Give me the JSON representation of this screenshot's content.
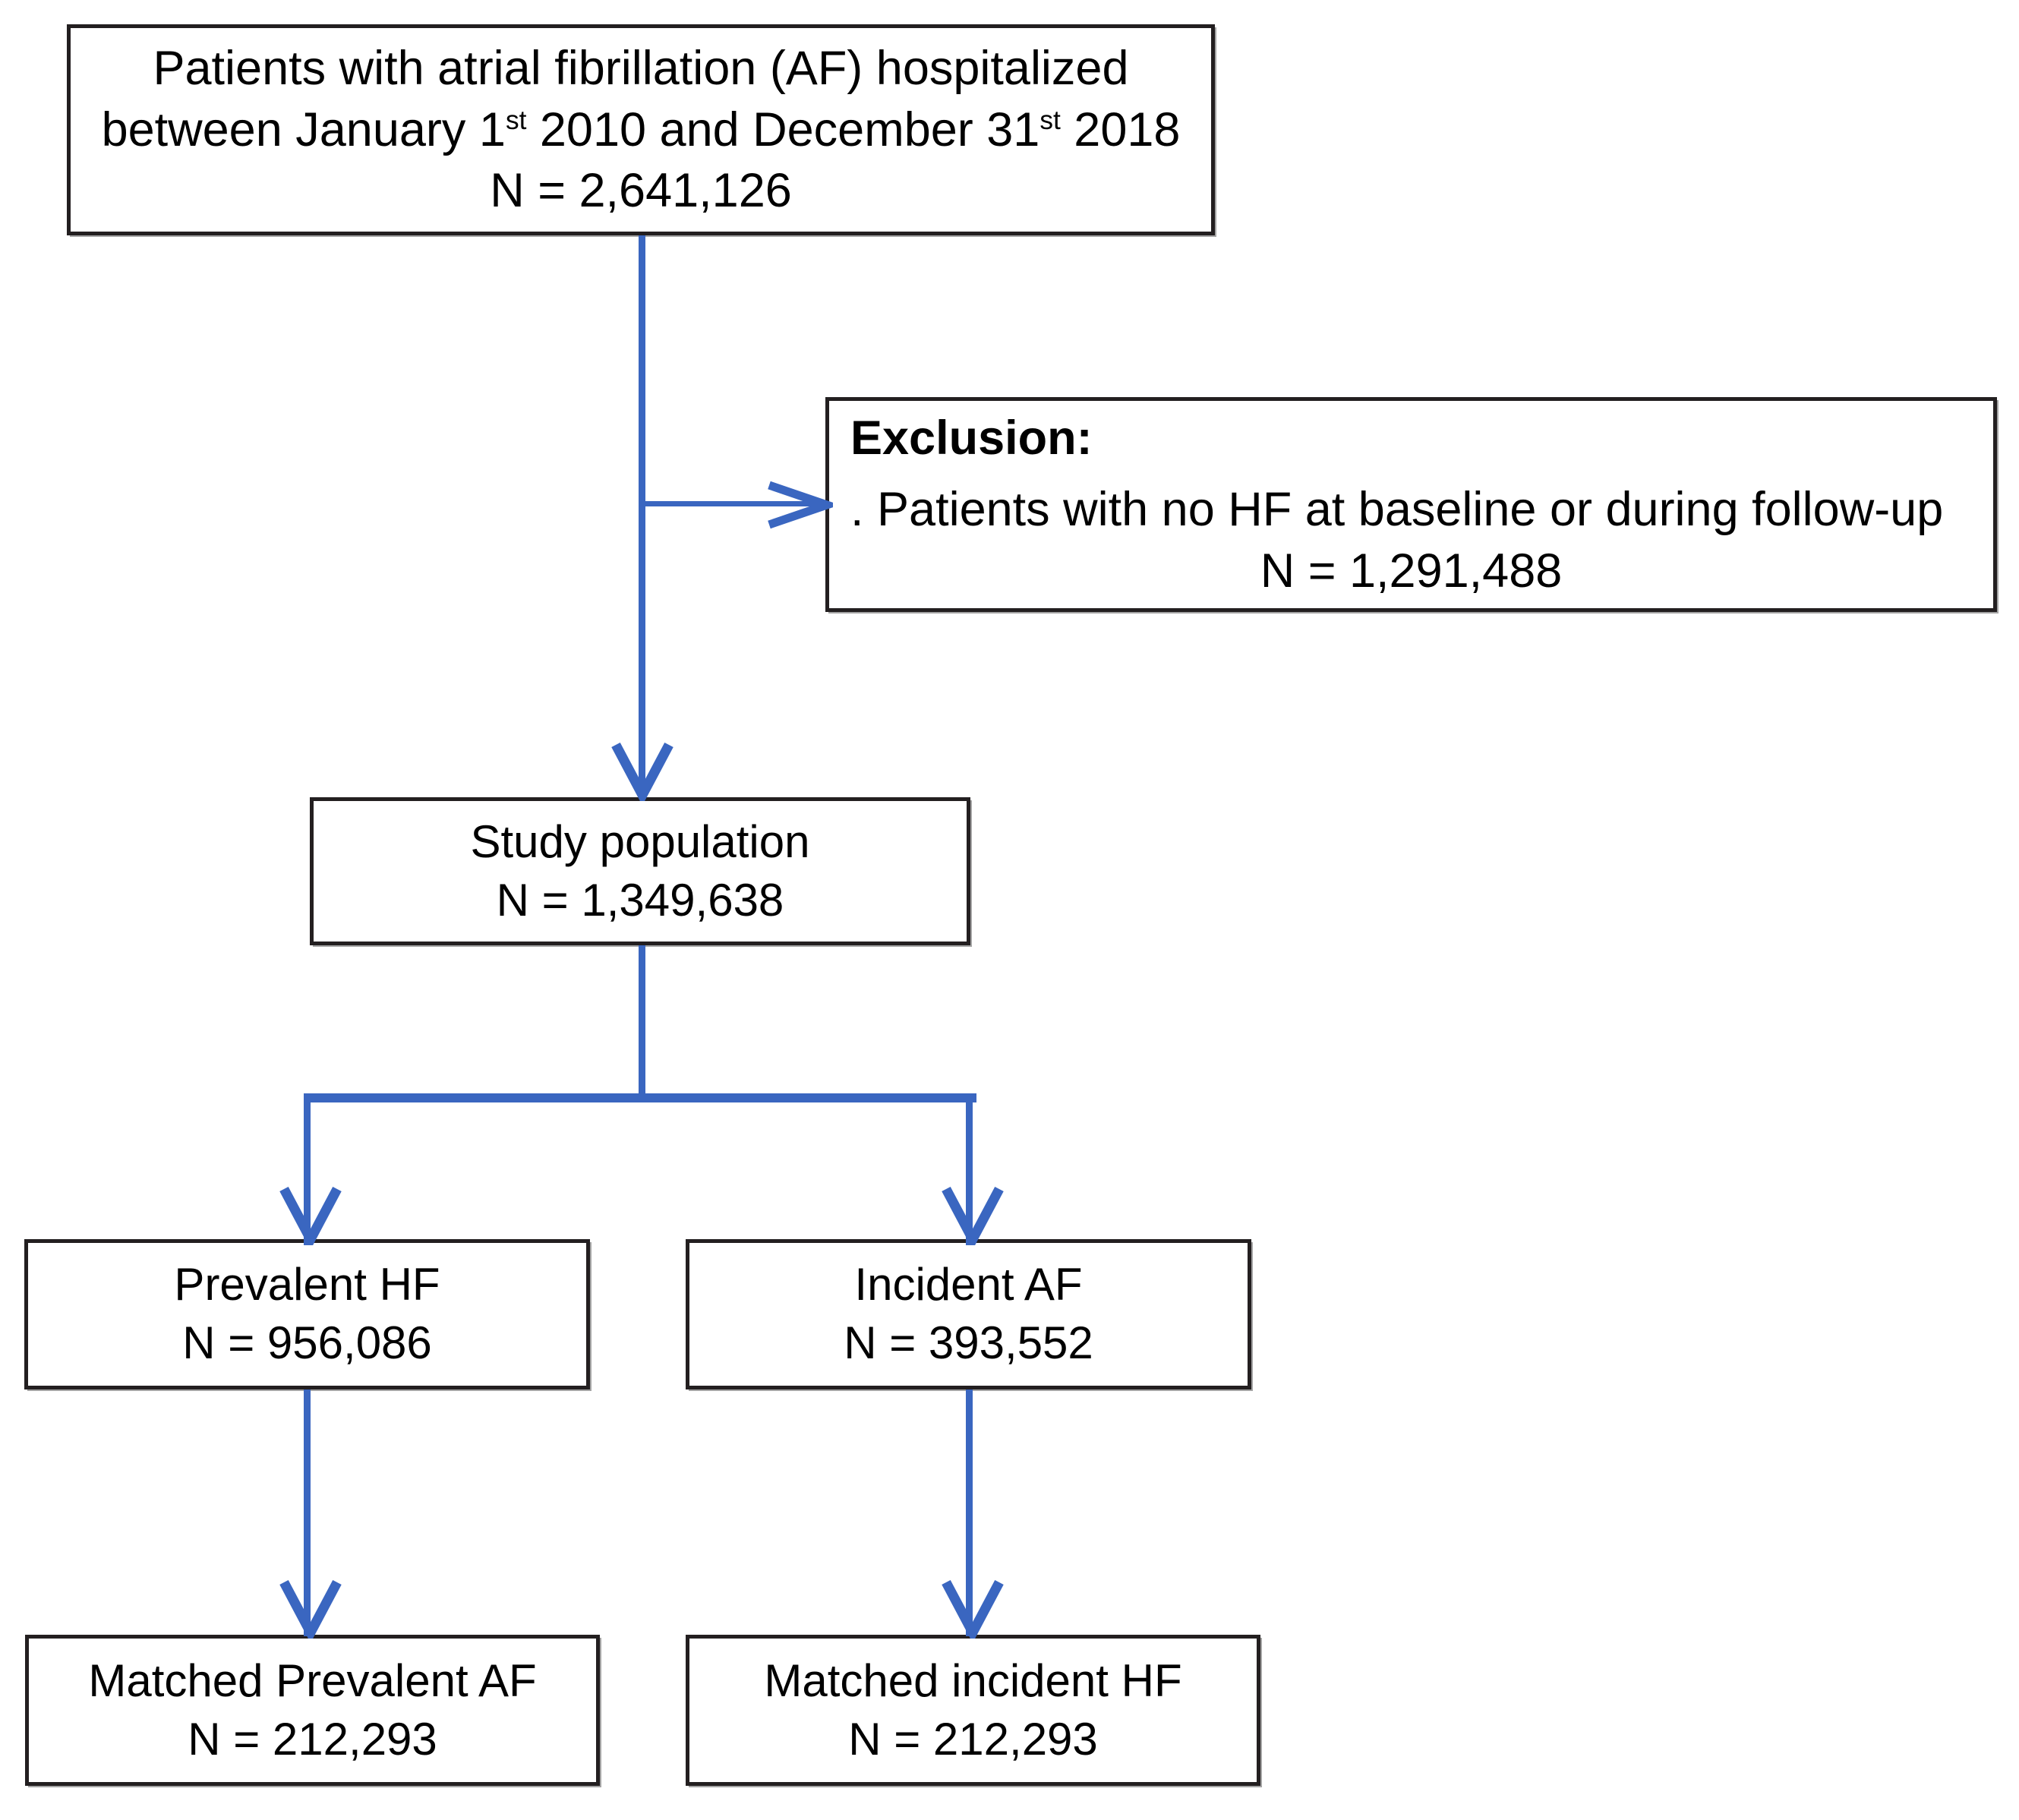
{
  "diagram": {
    "title": "Study population flow diagram",
    "accent_color": "#3a66c0",
    "border_color": "#231f20",
    "background_color": "#ffffff",
    "boxes": {
      "source": {
        "line1": "Patients with atrial fibrillation (AF) hospitalized",
        "line2_pre": "between January 1",
        "line2_sup1": "st",
        "line2_mid": " 2010 and December 31",
        "line2_sup2": "st",
        "line2_post": " 2018",
        "line3": "N = 2,641,126",
        "n_value": "2,641,126"
      },
      "exclusion": {
        "title": "Exclusion:",
        "item": ". Patients  with no HF at baseline or during follow-up",
        "n_line": "N = 1,291,488",
        "n_value": "1,291,488"
      },
      "study_population": {
        "label": "Study population",
        "n_line": "N = 1,349,638",
        "n_value": "1,349,638"
      },
      "prevalent_hf": {
        "label": "Prevalent HF",
        "n_line": "N = 956,086",
        "n_value": "956,086"
      },
      "incident_af": {
        "label": "Incident AF",
        "n_line": "N = 393,552",
        "n_value": "393,552"
      },
      "matched_prevalent_af": {
        "label": "Matched Prevalent AF",
        "n_line": "N = 212,293",
        "n_value": "212,293"
      },
      "matched_incident_hf": {
        "label": "Matched incident HF",
        "n_line": "N = 212,293",
        "n_value": "212,293"
      }
    },
    "connectors": [
      {
        "name": "source-to-study",
        "from": "source",
        "to": "study_population",
        "direction": "down"
      },
      {
        "name": "source-to-exclusion",
        "from": "source",
        "to": "exclusion",
        "direction": "right"
      },
      {
        "name": "study-to-prevalent",
        "from": "study_population",
        "to": "prevalent_hf",
        "direction": "down-left"
      },
      {
        "name": "study-to-incident",
        "from": "study_population",
        "to": "incident_af",
        "direction": "down-right"
      },
      {
        "name": "prevalent-to-matched",
        "from": "prevalent_hf",
        "to": "matched_prevalent_af",
        "direction": "down"
      },
      {
        "name": "incident-to-matched",
        "from": "incident_af",
        "to": "matched_incident_hf",
        "direction": "down"
      }
    ]
  }
}
